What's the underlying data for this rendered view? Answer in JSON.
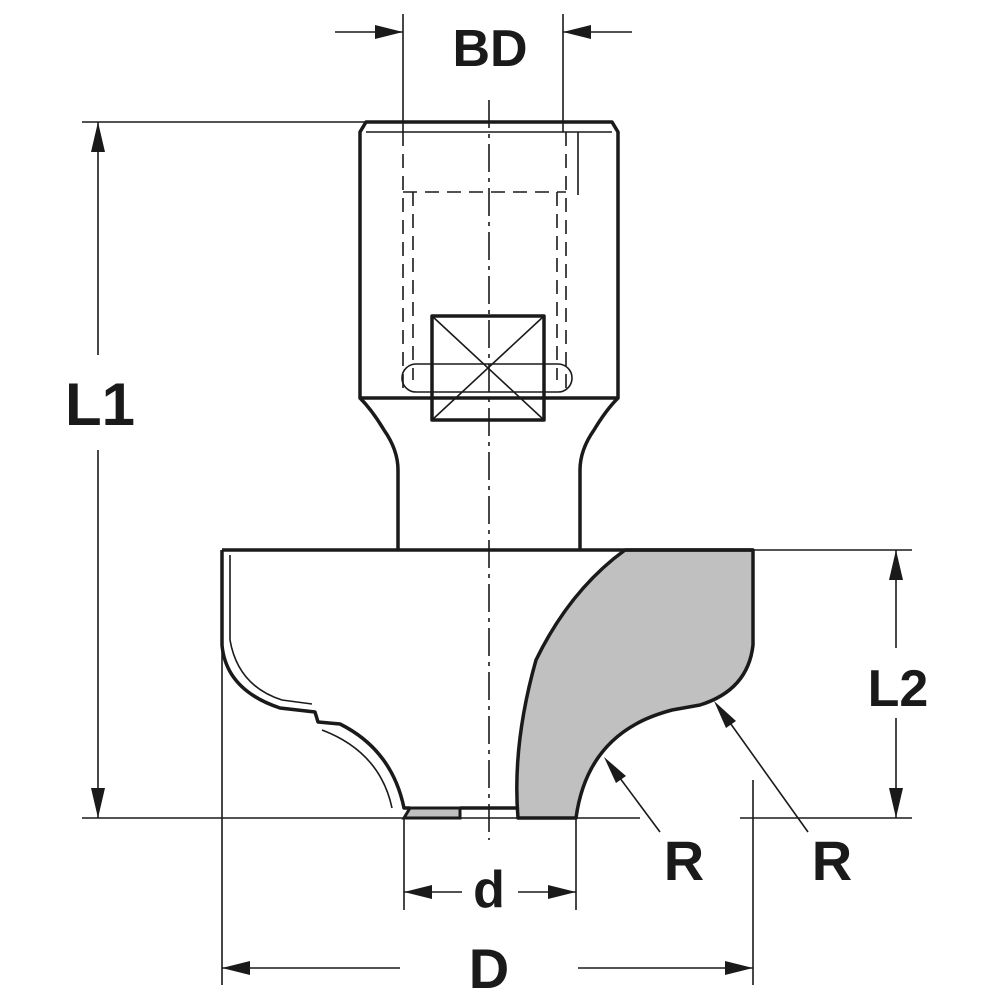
{
  "labels": {
    "bd": "BD",
    "l1": "L1",
    "l2": "L2",
    "d": "d",
    "D": "D",
    "r_inner": "R",
    "r_outer": "R"
  },
  "colors": {
    "line": "#1a1a1a",
    "cutter_fill": "#c0c0c0",
    "background": "#ffffff"
  }
}
